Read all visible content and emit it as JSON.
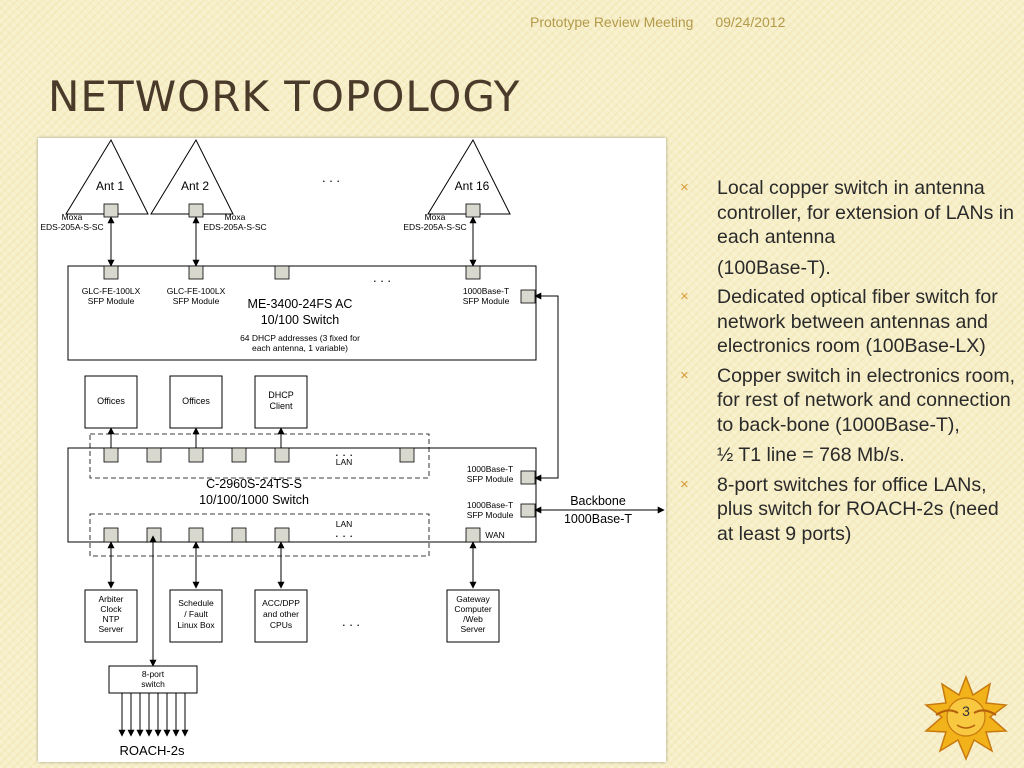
{
  "header": {
    "meeting": "Prototype Review Meeting",
    "date": "09/24/2012"
  },
  "title": "Network Topology",
  "diagram": {
    "antennas": [
      "Ant 1",
      "Ant 2",
      "Ant 16"
    ],
    "moxa_name": "Moxa",
    "moxa_model": "EDS-205A-S-SC",
    "ellipsis": ". . .",
    "me_switch": {
      "name": "ME-3400-24FS AC",
      "speed": "10/100 Switch",
      "note_line1": "64 DHCP addresses (3 fixed for",
      "note_line2": "each antenna, 1 variable)"
    },
    "glc_module_line1": "GLC-FE-100LX",
    "sfp_module": "SFP Module",
    "base_t_module": "1000Base-T",
    "boxes": {
      "offices": "Offices",
      "dhcp_line1": "DHCP",
      "dhcp_line2": "Client"
    },
    "lan": "LAN",
    "c_switch": {
      "name": "C-2960S-24TS-S",
      "speed": "10/100/1000 Switch"
    },
    "wan": "WAN",
    "backbone_line1": "Backbone",
    "backbone_line2": "1000Base-T",
    "bottom_boxes": {
      "arbiter": [
        "Arbiter",
        "Clock",
        "NTP",
        "Server"
      ],
      "schedule": [
        "Schedule",
        "/ Fault",
        "Linux Box"
      ],
      "acc": [
        "ACC/DPP",
        "and other",
        "CPUs"
      ],
      "gateway": [
        "Gateway",
        "Computer",
        "/Web",
        "Server"
      ]
    },
    "eight_port_line1": "8-port",
    "eight_port_line2": "switch",
    "roach": "ROACH-2s"
  },
  "bullets": [
    {
      "text": "Local copper switch in antenna controller, for extension of LANs in each antenna",
      "cont": "(100Base-T)."
    },
    {
      "text": "Dedicated optical fiber switch for network between antennas and electronics room (100Base-LX)",
      "cont": ""
    },
    {
      "text": "Copper switch in electronics room, for rest of network and connection to back-bone (1000Base-T),",
      "cont": "½ T1 line = 768 Mb/s."
    },
    {
      "text": "8-port switches for office LANs, plus switch for ROACH-2s (need at least 9 ports)",
      "cont": ""
    }
  ],
  "bullet_marker": "×",
  "page_number": "3",
  "colors": {
    "bullet_marker": "#d89a3a",
    "title": "#4a3a2a",
    "header": "#b39a4a",
    "port_fill": "#d8d8cf"
  }
}
